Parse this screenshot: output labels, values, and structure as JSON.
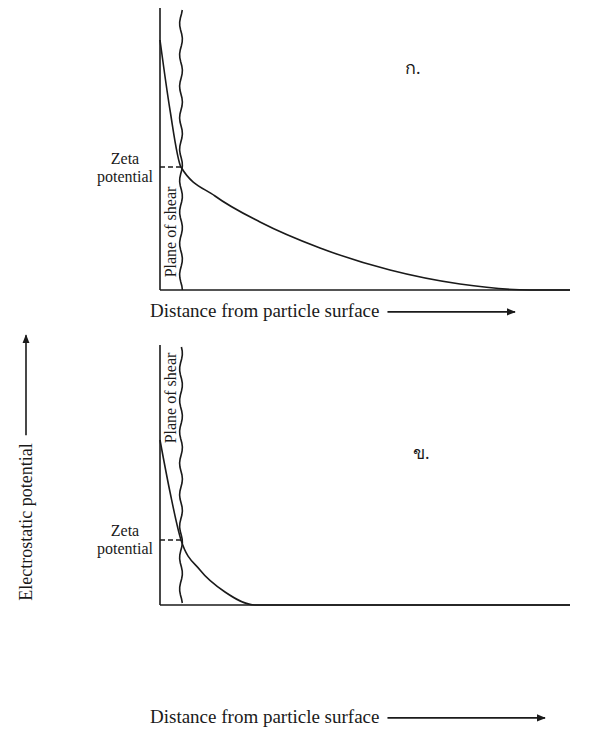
{
  "diagram": {
    "labels": [
      "Zeta potential",
      "Plane of shear",
      "ก.",
      "Distance from particle surface",
      "Electrostatic potential",
      "Zeta potential",
      "Plane of shear",
      "ข.",
      "Distance from particle surface"
    ]
  }
}
